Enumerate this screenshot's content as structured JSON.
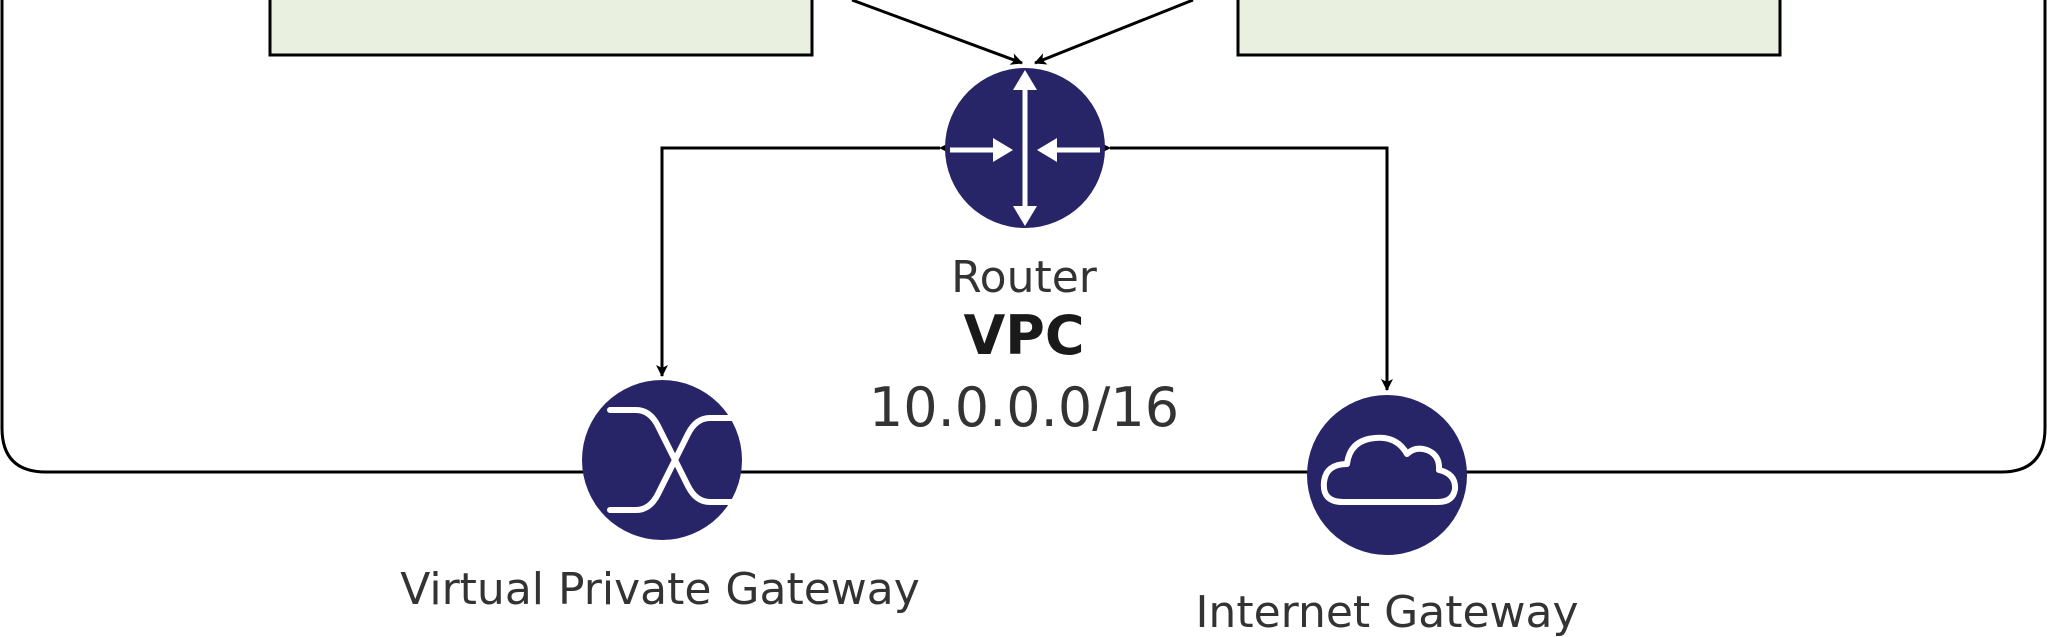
{
  "nodes": {
    "router": {
      "label": "Router"
    },
    "vpc": {
      "title": "VPC",
      "cidr": "10.0.0.0/16"
    },
    "vpg": {
      "label": "Virtual Private Gateway"
    },
    "igw": {
      "label": "Internet Gateway"
    }
  },
  "colors": {
    "icon_fill": "#282468",
    "subnet_fill": "#E9F0DF",
    "line": "#000000",
    "text": "#333333"
  },
  "icons": {
    "router": "router-icon",
    "vpg": "vpn-gateway-icon",
    "igw": "cloud-icon"
  }
}
